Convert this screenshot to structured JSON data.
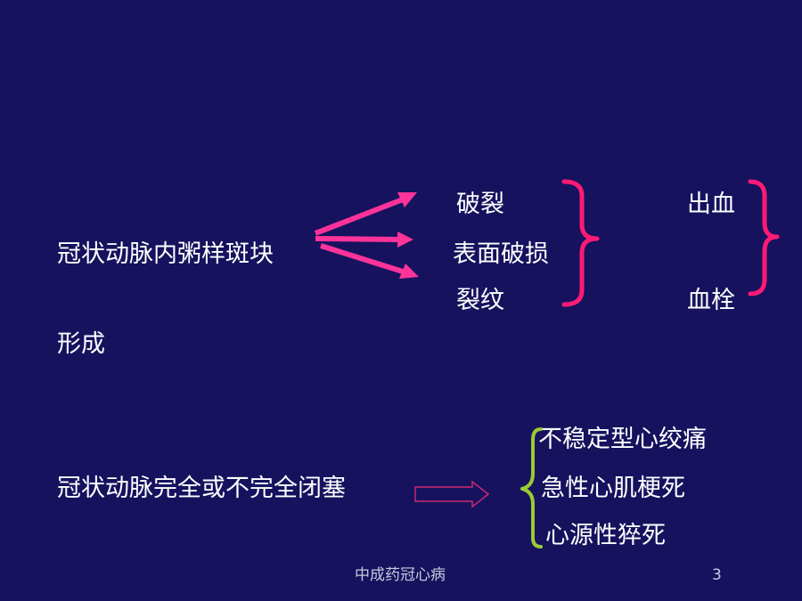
{
  "slide": {
    "plaque_label": "冠状动脉内粥样斑块",
    "formation_label": "形成",
    "outcomes": [
      "破裂",
      "表面破损",
      "裂纹"
    ],
    "consequences": [
      "出血",
      "血栓"
    ],
    "occlusion_label": "冠状动脉完全或不完全闭塞",
    "syndromes": [
      "不稳定型心绞痛",
      "急性心肌梗死",
      "心源性猝死"
    ]
  },
  "footer": {
    "title": "中成药冠心病",
    "page_number": "3"
  },
  "colors": {
    "background": "#16125e",
    "arrow_pink": "#ff3399",
    "brace_pink": "#ff1a75",
    "brace_green": "#99cc33",
    "outline_arrow": "#cc2a6e",
    "text": "#ffffff",
    "footer_text": "#c9c9dc"
  },
  "icons": [
    "fan-arrows-icon",
    "brace-right-icon",
    "brace-left-icon",
    "outline-arrow-icon"
  ]
}
